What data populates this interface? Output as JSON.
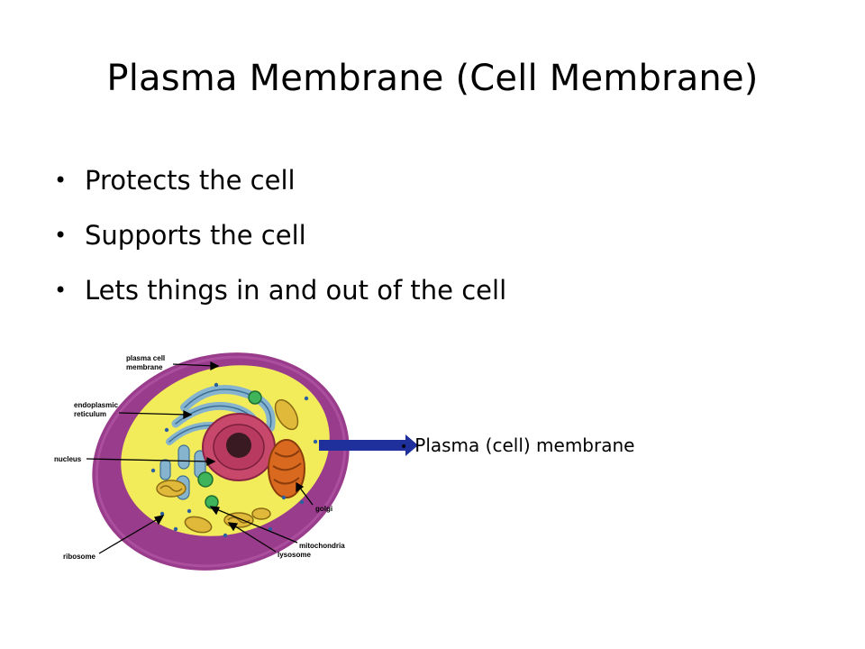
{
  "slide": {
    "title": "Plasma Membrane (Cell Membrane)",
    "bullets": [
      "Protects the cell",
      "Supports the cell",
      "Lets things in and out of the cell"
    ],
    "diagram_labels": {
      "plasma_line1": "plasma cell",
      "plasma_line2": "membrane",
      "er_line1": "endoplasmic",
      "er_line2": "reticulum",
      "nucleus": "nucleus",
      "golgi": "golgi",
      "mitochondria": "mitochondria",
      "lysosome": "lysosome",
      "ribosome": "ribosome"
    },
    "callout": "Plasma (cell) membrane",
    "colors": {
      "membrane": "#9a3c8c",
      "cytoplasm": "#f2ec5a",
      "nucleus": "#c7486a",
      "er": "#86b4cf",
      "golgi": "#d9691e",
      "lysosome": "#3fb45a",
      "arrow": "#1f2f9c"
    }
  }
}
